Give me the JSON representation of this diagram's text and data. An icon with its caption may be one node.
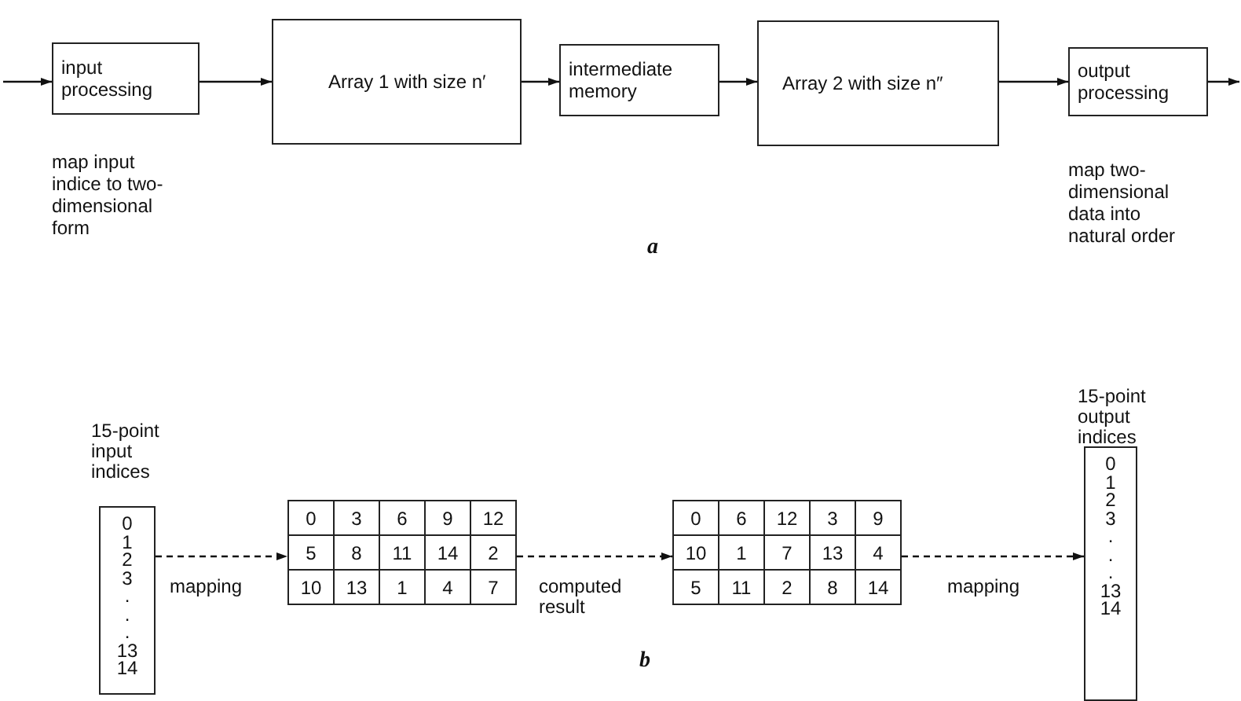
{
  "diagram": {
    "nodes": [
      {
        "text": [
          "input processing"
        ],
        "beside": [
          "map input indice to two-dimensional form"
        ]
      },
      {
        "text": [
          "Array 1 with size n′"
        ]
      },
      {
        "text": [
          "intermediate memory"
        ]
      },
      {
        "text": [
          "Array 2 with size n″"
        ]
      },
      {
        "text": [
          "output processing"
        ],
        "beside": [
          "map two-dimensional data into natural order"
        ]
      },
      {
        "text": [
          "15-point input indices",
          "0 1 2 3 . . . 13 14"
        ]
      },
      {
        "text": [
          "0",
          "3",
          "6",
          "9",
          "12",
          "5",
          "8",
          "11",
          "14",
          "2",
          "10",
          "13",
          "1",
          "4",
          "7"
        ]
      },
      {
        "text": [
          "0",
          "6",
          "12",
          "3",
          "9",
          "10",
          "1",
          "7",
          "13",
          "4",
          "5",
          "11",
          "2",
          "8",
          "14"
        ]
      },
      {
        "text": [
          "15-point output indices",
          "0 1 2 3 . . . 13 14"
        ]
      }
    ],
    "edges": [
      {
        "from": null,
        "to": 0,
        "arrow": "to"
      },
      {
        "from": 0,
        "to": 1,
        "arrow": "to"
      },
      {
        "from": 1,
        "to": 2,
        "arrow": "to"
      },
      {
        "from": 2,
        "to": 3,
        "arrow": "to"
      },
      {
        "from": 3,
        "to": 4,
        "arrow": "to"
      },
      {
        "from": 4,
        "to": null,
        "arrow": "to"
      },
      {
        "from": 5,
        "to": 6,
        "arrow": "to",
        "label": "mapping",
        "style": "dashed"
      },
      {
        "from": 6,
        "to": 7,
        "arrow": "to",
        "label": "computed result",
        "style": "dashed"
      },
      {
        "from": 7,
        "to": 8,
        "arrow": "to",
        "label": "mapping",
        "style": "dashed"
      }
    ],
    "labels": [
      "a",
      "b"
    ]
  }
}
